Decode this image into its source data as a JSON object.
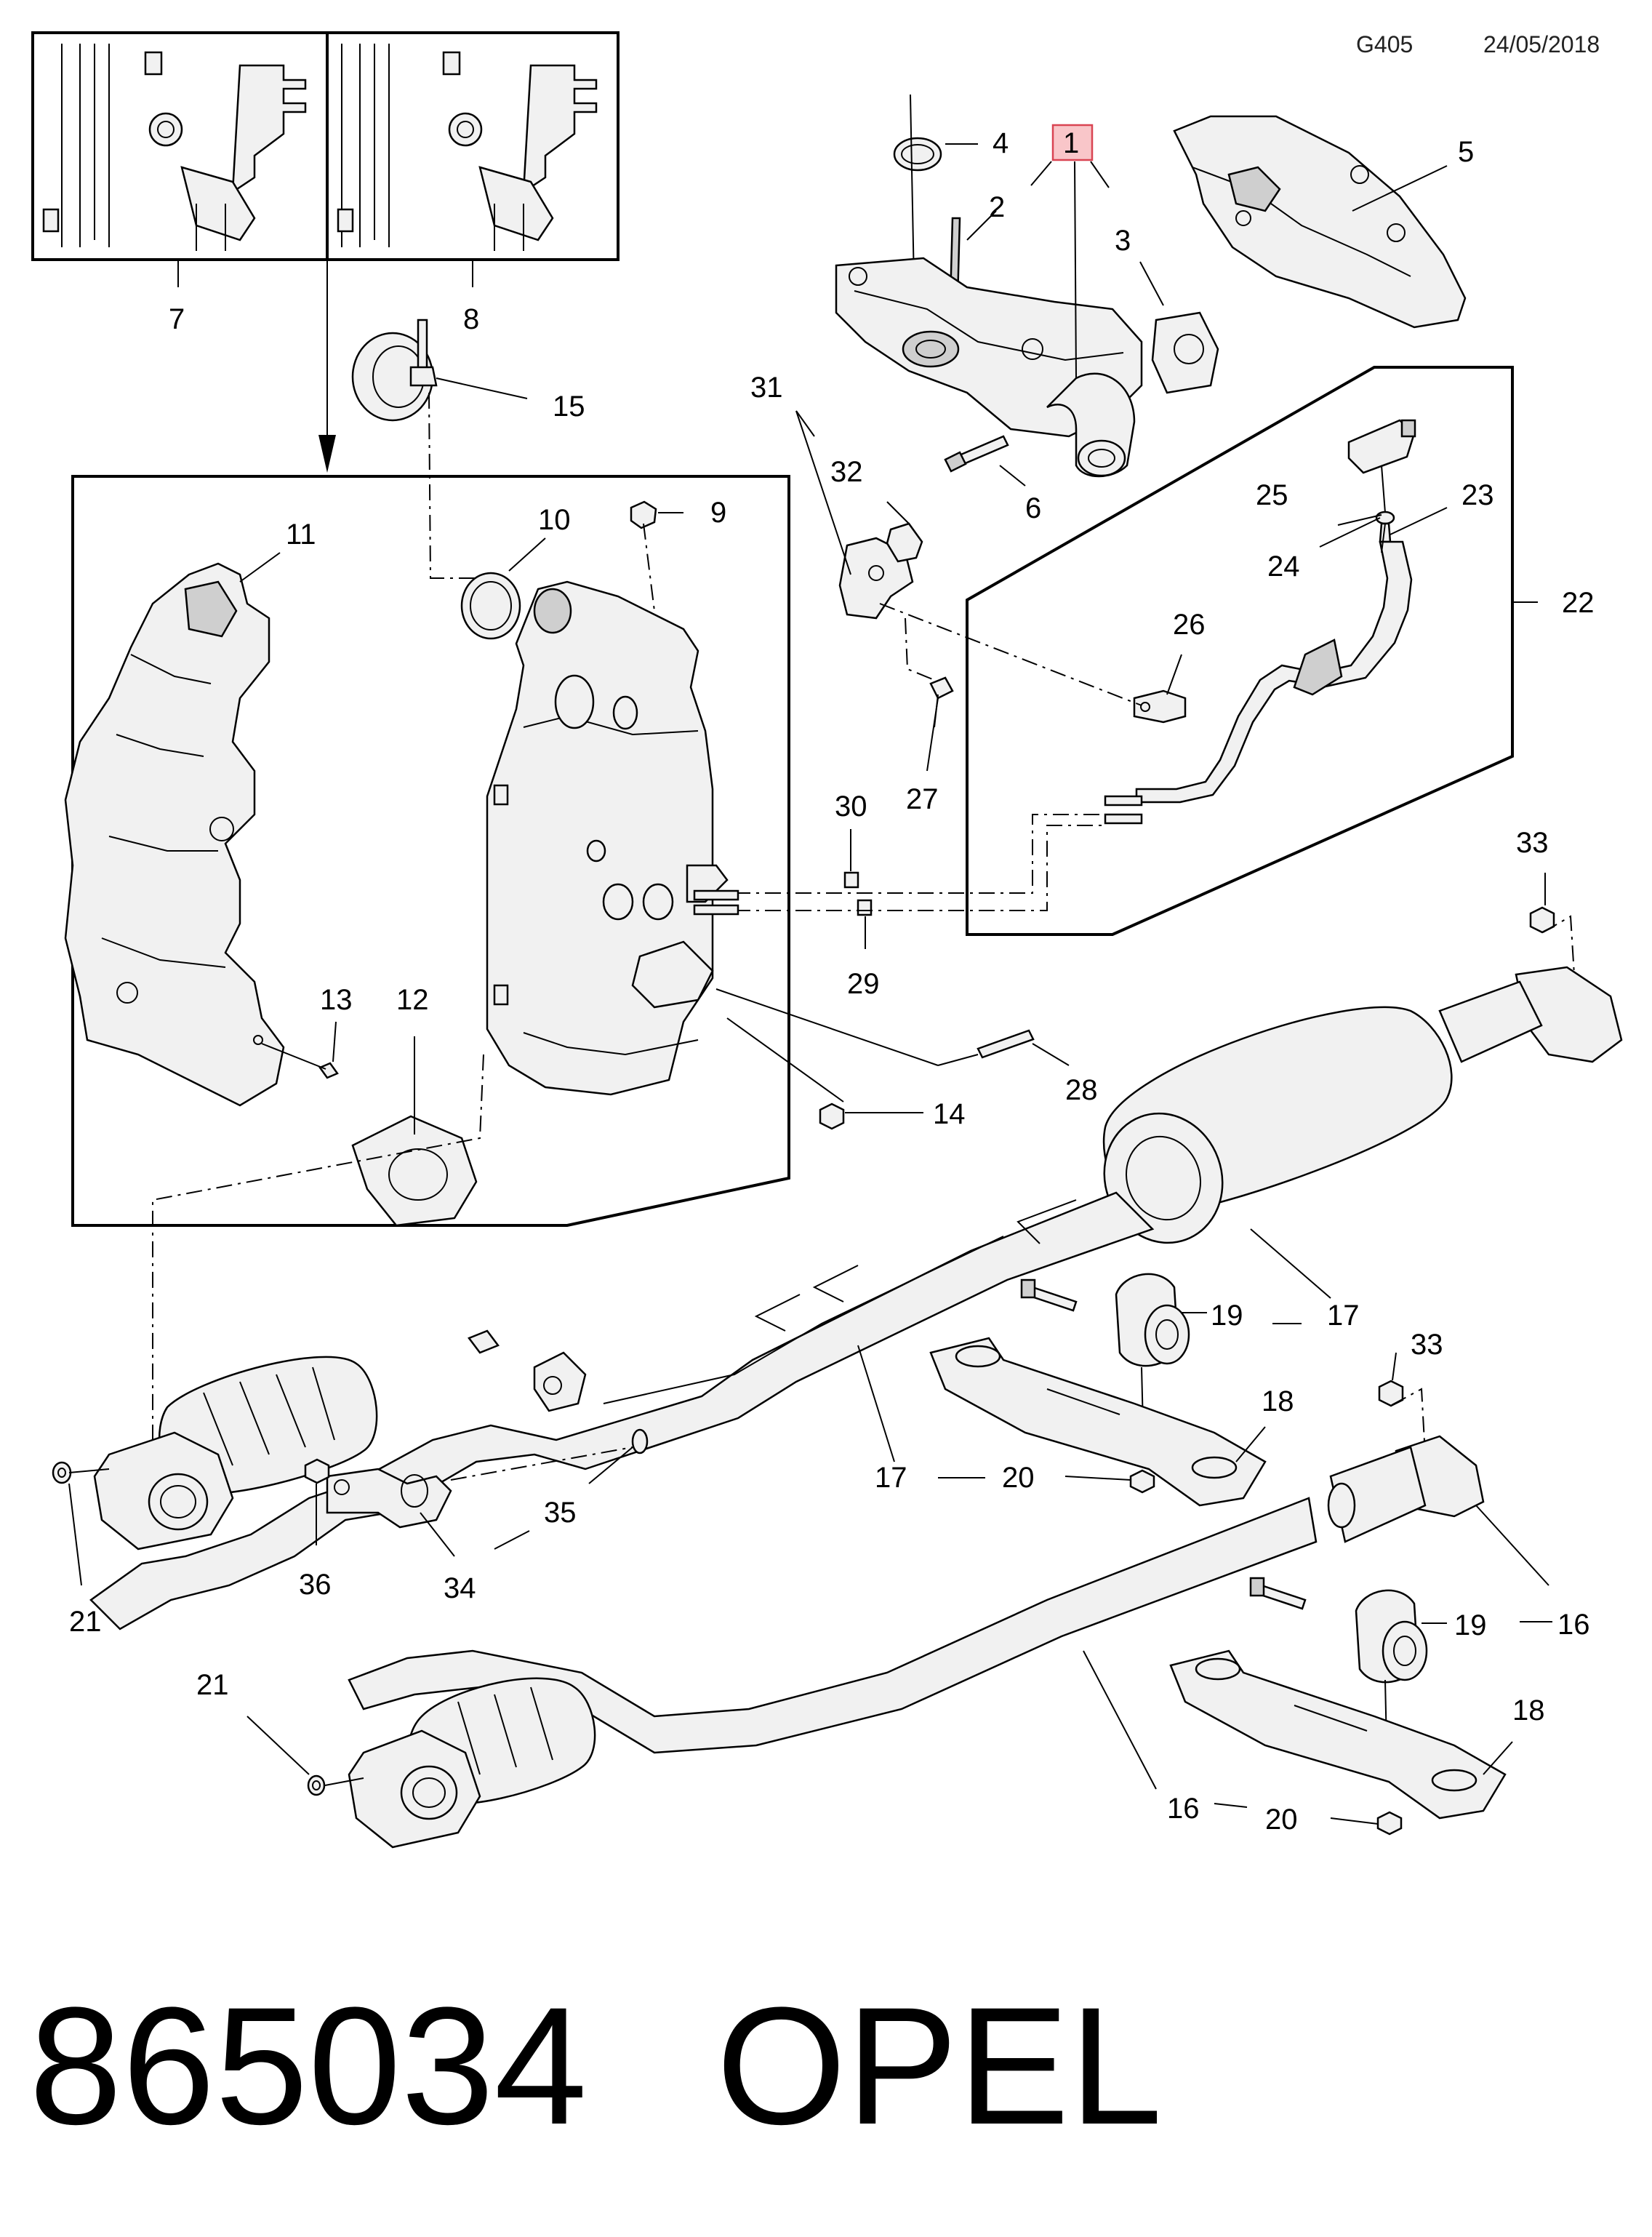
{
  "header": {
    "code": "G405",
    "date": "24/05/2018"
  },
  "footer": {
    "part_number": "865034",
    "brand": "OPEL"
  },
  "callouts": {
    "c1": "1",
    "c2": "2",
    "c3": "3",
    "c4": "4",
    "c5": "5",
    "c6": "6",
    "c7": "7",
    "c8": "8",
    "c9": "9",
    "c10": "10",
    "c11": "11",
    "c12": "12",
    "c13": "13",
    "c14": "14",
    "c15": "15",
    "c16": "16",
    "c17": "17",
    "c18": "18",
    "c19": "19",
    "c20": "20",
    "c21": "21",
    "c22": "22",
    "c23": "23",
    "c24": "24",
    "c25": "25",
    "c26": "26",
    "c27": "27",
    "c28": "28",
    "c29": "29",
    "c30": "30",
    "c31": "31",
    "c32": "32",
    "c33": "33",
    "c34": "34",
    "c35": "35",
    "c36": "36"
  },
  "highlight_color": "#f9c6c9",
  "highlight_border": "#d94452"
}
